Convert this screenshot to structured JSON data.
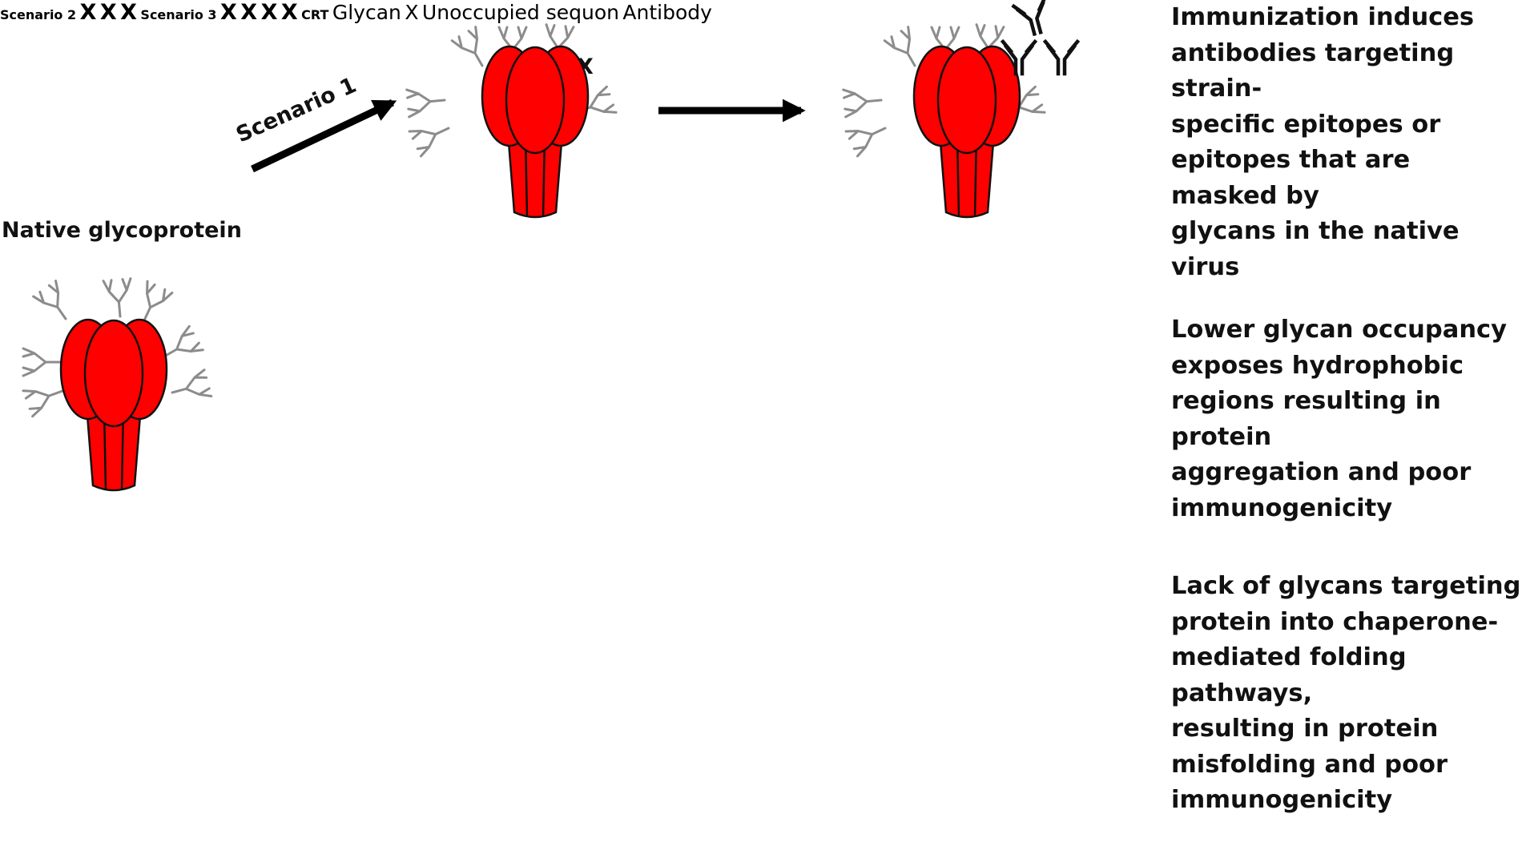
{
  "native_label": "Native glycoprotein",
  "scenarios": [
    {
      "label": "Scenario 1",
      "description": "Immunization induces\nantibodies targeting strain-\nspecific epitopes or\nepitopes that are masked by\nglycans in the native virus"
    },
    {
      "label": "Scenario 2",
      "description": "Lower glycan occupancy\nexposes hydrophobic\nregions resulting in protein\naggregation and poor\nimmunogenicity"
    },
    {
      "label": "Scenario 3",
      "description": "Lack of glycans targeting\nprotein into chaperone-\nmediated folding pathways,\nresulting in protein\nmisfolding and poor\nimmunogenicity"
    }
  ],
  "unoccupied_mark": "X",
  "chaperone_label": "CRT",
  "legend": {
    "glycan": "Glycan",
    "x_mark": "X",
    "unoccupied": "Unoccupied sequon",
    "antibody": "Antibody"
  },
  "colors": {
    "protein_red": "#ff0000",
    "glycan_gray": "#8c8c8c",
    "crt_gray": "#b3b3b3",
    "outline": "#111111",
    "arrow": "#000000"
  }
}
